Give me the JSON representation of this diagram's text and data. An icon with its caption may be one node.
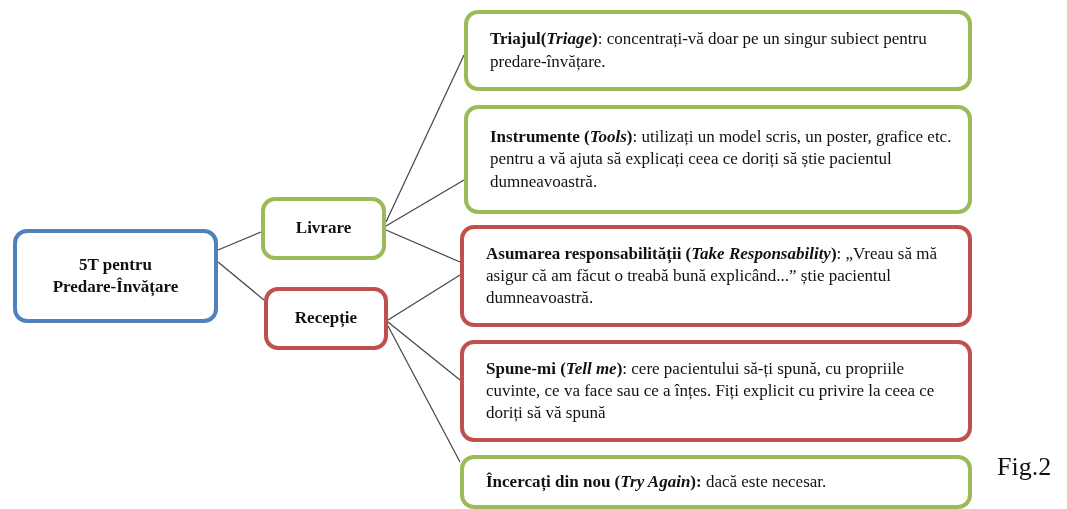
{
  "diagram": {
    "nodes": [
      {
        "text": [
          "5T pentru Predare-Învățare"
        ]
      },
      {
        "text": [
          "Livrare"
        ]
      },
      {
        "text": [
          "Recepție"
        ]
      },
      {
        "text": [
          "**Triajul(*Triage*)**: concentrați-vă doar pe un singur subiect pentru predare-învățare."
        ]
      },
      {
        "text": [
          "**Instrumente (*Tools*)**: utilizați un model scris, un poster, grafice etc. pentru a vă ajuta să explicați ceea ce doriți să știe pacientul dumneavoastră."
        ]
      },
      {
        "text": [
          "**Asumarea responsabilității (*Take Responsability*)**: „Vreau să mă asigur că am făcut o treabă bună explicând...” știe pacientul dumneavoastră."
        ]
      },
      {
        "text": [
          "**Spune-mi (*Tell me*)**: cere pacientului să-ți spună, cu propriile cuvinte, ce va face sau ce a înțes. Fiți explicit cu privire la ceea ce doriți să vă spună"
        ]
      },
      {
        "text": [
          "**Încercați din nou (*Try Again*):** dacă este necesar."
        ]
      }
    ],
    "edges": [
      {
        "from": 0,
        "to": 1,
        "arrow": "none"
      },
      {
        "from": 0,
        "to": 2,
        "arrow": "none"
      },
      {
        "from": 1,
        "to": 3,
        "arrow": "none"
      },
      {
        "from": 1,
        "to": 4,
        "arrow": "none"
      },
      {
        "from": 1,
        "to": 5,
        "arrow": "none"
      },
      {
        "from": 2,
        "to": 5,
        "arrow": "none"
      },
      {
        "from": 2,
        "to": 6,
        "arrow": "none"
      },
      {
        "from": 2,
        "to": 7,
        "arrow": "none"
      }
    ],
    "labels": [
      "Fig.2"
    ]
  }
}
